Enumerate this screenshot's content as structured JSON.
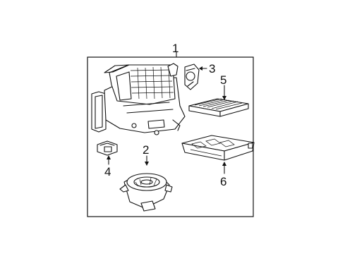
{
  "diagram": {
    "frame_color": "#111111",
    "parts": [
      {
        "number": "1",
        "icon": "hvac-unit-assembly"
      },
      {
        "number": "2",
        "icon": "blower-motor"
      },
      {
        "number": "3",
        "icon": "actuator"
      },
      {
        "number": "4",
        "icon": "small-clip-bracket"
      },
      {
        "number": "5",
        "icon": "cabin-air-filter"
      },
      {
        "number": "6",
        "icon": "filter-cover-tray"
      }
    ]
  }
}
